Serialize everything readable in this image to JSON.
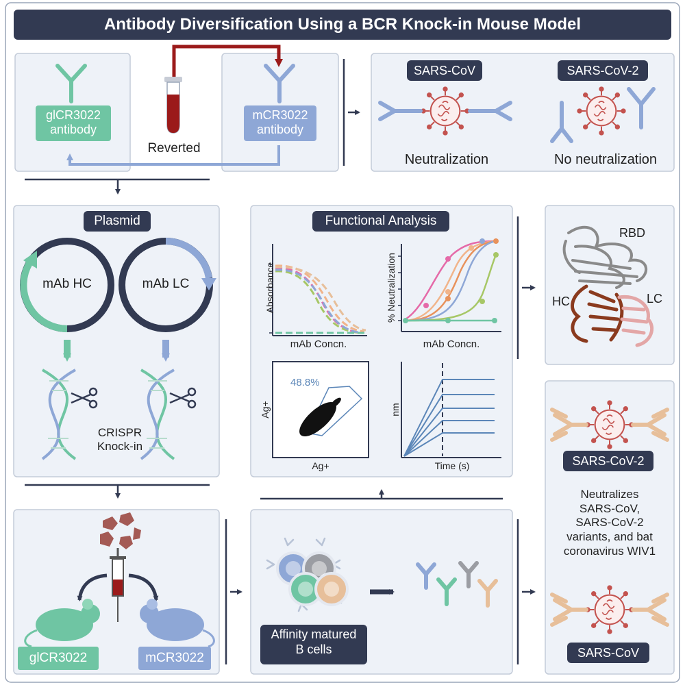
{
  "title": "Antibody Diversification Using a BCR Knock-in Mouse Model",
  "top": {
    "gl_label": "glCR3022\nantibody",
    "m_label": "mCR3022\nantibody",
    "reverted": "Reverted",
    "sars_cov": "SARS-CoV",
    "sars_cov2": "SARS-CoV-2",
    "neutralization": "Neutralization",
    "no_neutralization": "No neutralization"
  },
  "plasmid": {
    "title": "Plasmid",
    "hc": "mAb HC",
    "lc": "mAb LC",
    "crispr": "CRISPR\nKnock-in"
  },
  "functional": {
    "title": "Functional Analysis",
    "absorbance": "Absorbance",
    "neutralization_axis": "% Neutralization",
    "mab_concn": "mAb Concn.",
    "ag_plus": "Ag+",
    "percent": "48.8%",
    "nm": "nm",
    "time": "Time (s)"
  },
  "structure": {
    "rbd": "RBD",
    "hc": "HC",
    "lc": "LC"
  },
  "mice": {
    "gl": "glCR3022",
    "m": "mCR3022"
  },
  "bcells": {
    "label": "Affinity matured\nB cells"
  },
  "right": {
    "sars_cov2": "SARS-CoV-2",
    "neutralizes": "Neutralizes\nSARS-CoV,\nSARS-CoV-2\nvariants, and bat\ncoronavirus WIV1",
    "sars_cov": "SARS-CoV"
  },
  "colors": {
    "navy": "#323a52",
    "green": "#6fc5a3",
    "blue": "#8ea7d6",
    "red": "#9b1a1a",
    "tan": "#e7bf9a",
    "virus": "#c3534f",
    "panel": "#eef2f8"
  }
}
